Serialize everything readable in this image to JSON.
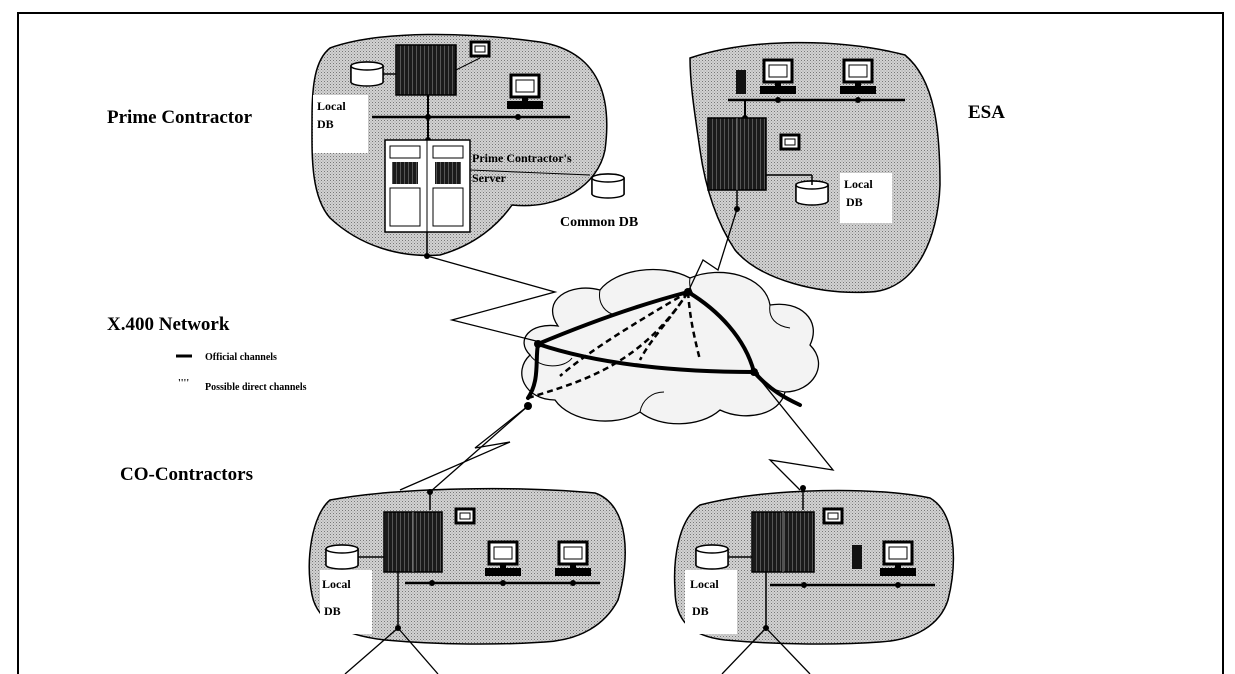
{
  "sites": {
    "prime": {
      "label": "Prime Contractor",
      "local_db_line1": "Local",
      "local_db_line2": "DB",
      "server_line1": "Prime Contractor's",
      "server_line2": "Server",
      "common_db": "Common DB"
    },
    "esa": {
      "label": "ESA",
      "local_db_line1": "Local",
      "local_db_line2": "DB"
    },
    "co_contractors": {
      "label": "CO-Contractors",
      "left_db_line1": "Local",
      "left_db_line2": "DB",
      "right_db_line1": "Local",
      "right_db_line2": "DB"
    }
  },
  "network": {
    "label": "X.400 Network",
    "legend": {
      "official_marker": "—",
      "official": "Official channels",
      "direct_marker": "''''",
      "direct": "Possible direct channels"
    }
  }
}
